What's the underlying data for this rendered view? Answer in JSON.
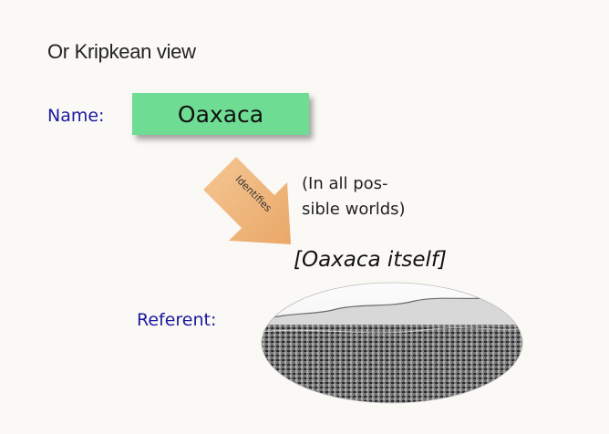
{
  "heading": "Or Kripkean view",
  "name_label": "Name:",
  "name_value": "Oaxaca",
  "arrow_label": "Identifies",
  "note_lines": [
    "(In all pos-",
    "sible worlds)"
  ],
  "referent_title": "[Oaxaca itself]",
  "referent_label": "Referent:",
  "colors": {
    "background": "#fbf9f5",
    "name_box": "#6fdc93",
    "arrow": "#f0b77c",
    "label_blue": "#1a1a9e"
  }
}
